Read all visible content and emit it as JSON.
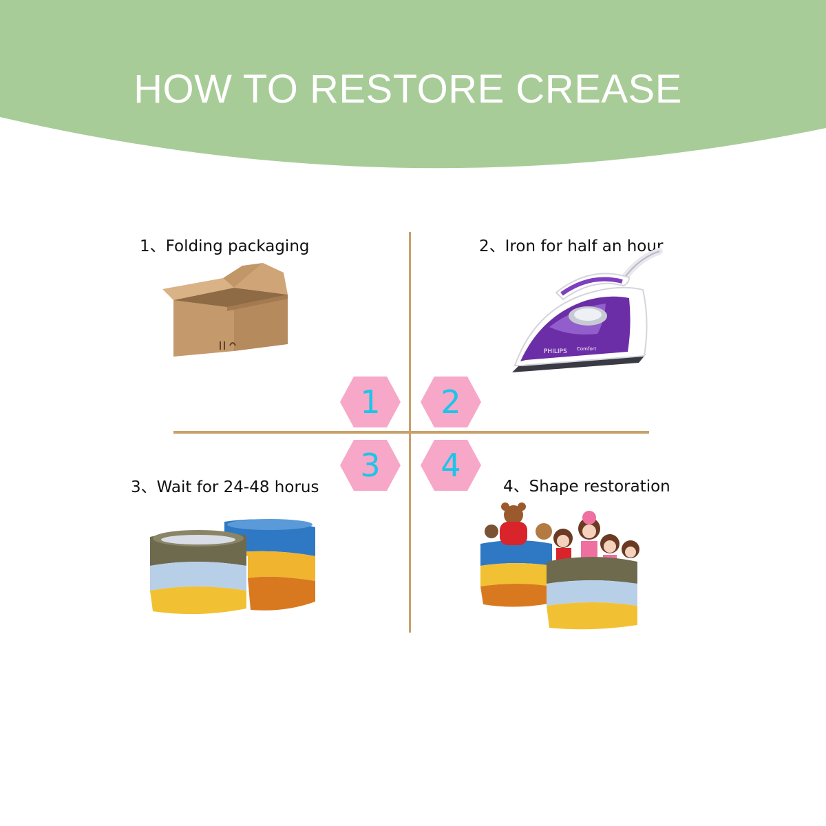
{
  "header": {
    "title": "HOW TO RESTORE CREASE"
  },
  "colors": {
    "banner": "#a8cc98",
    "divider": "#c8a06a",
    "hexagon": "#f7a7c7",
    "number": "#19c6ea"
  },
  "steps": [
    {
      "number": "1",
      "label": "1、Folding packaging",
      "icon": "cardboard-box-icon"
    },
    {
      "number": "2",
      "label": "2、Iron for half an hour",
      "icon": "steam-iron-icon"
    },
    {
      "number": "3",
      "label": "3、Wait for 24-48 horus",
      "icon": "storage-baskets-icon"
    },
    {
      "number": "4",
      "label": "4、Shape restoration",
      "icon": "baskets-with-toys-icon"
    }
  ],
  "iron_brand": {
    "brand": "PHILIPS",
    "model": "Comfort"
  }
}
